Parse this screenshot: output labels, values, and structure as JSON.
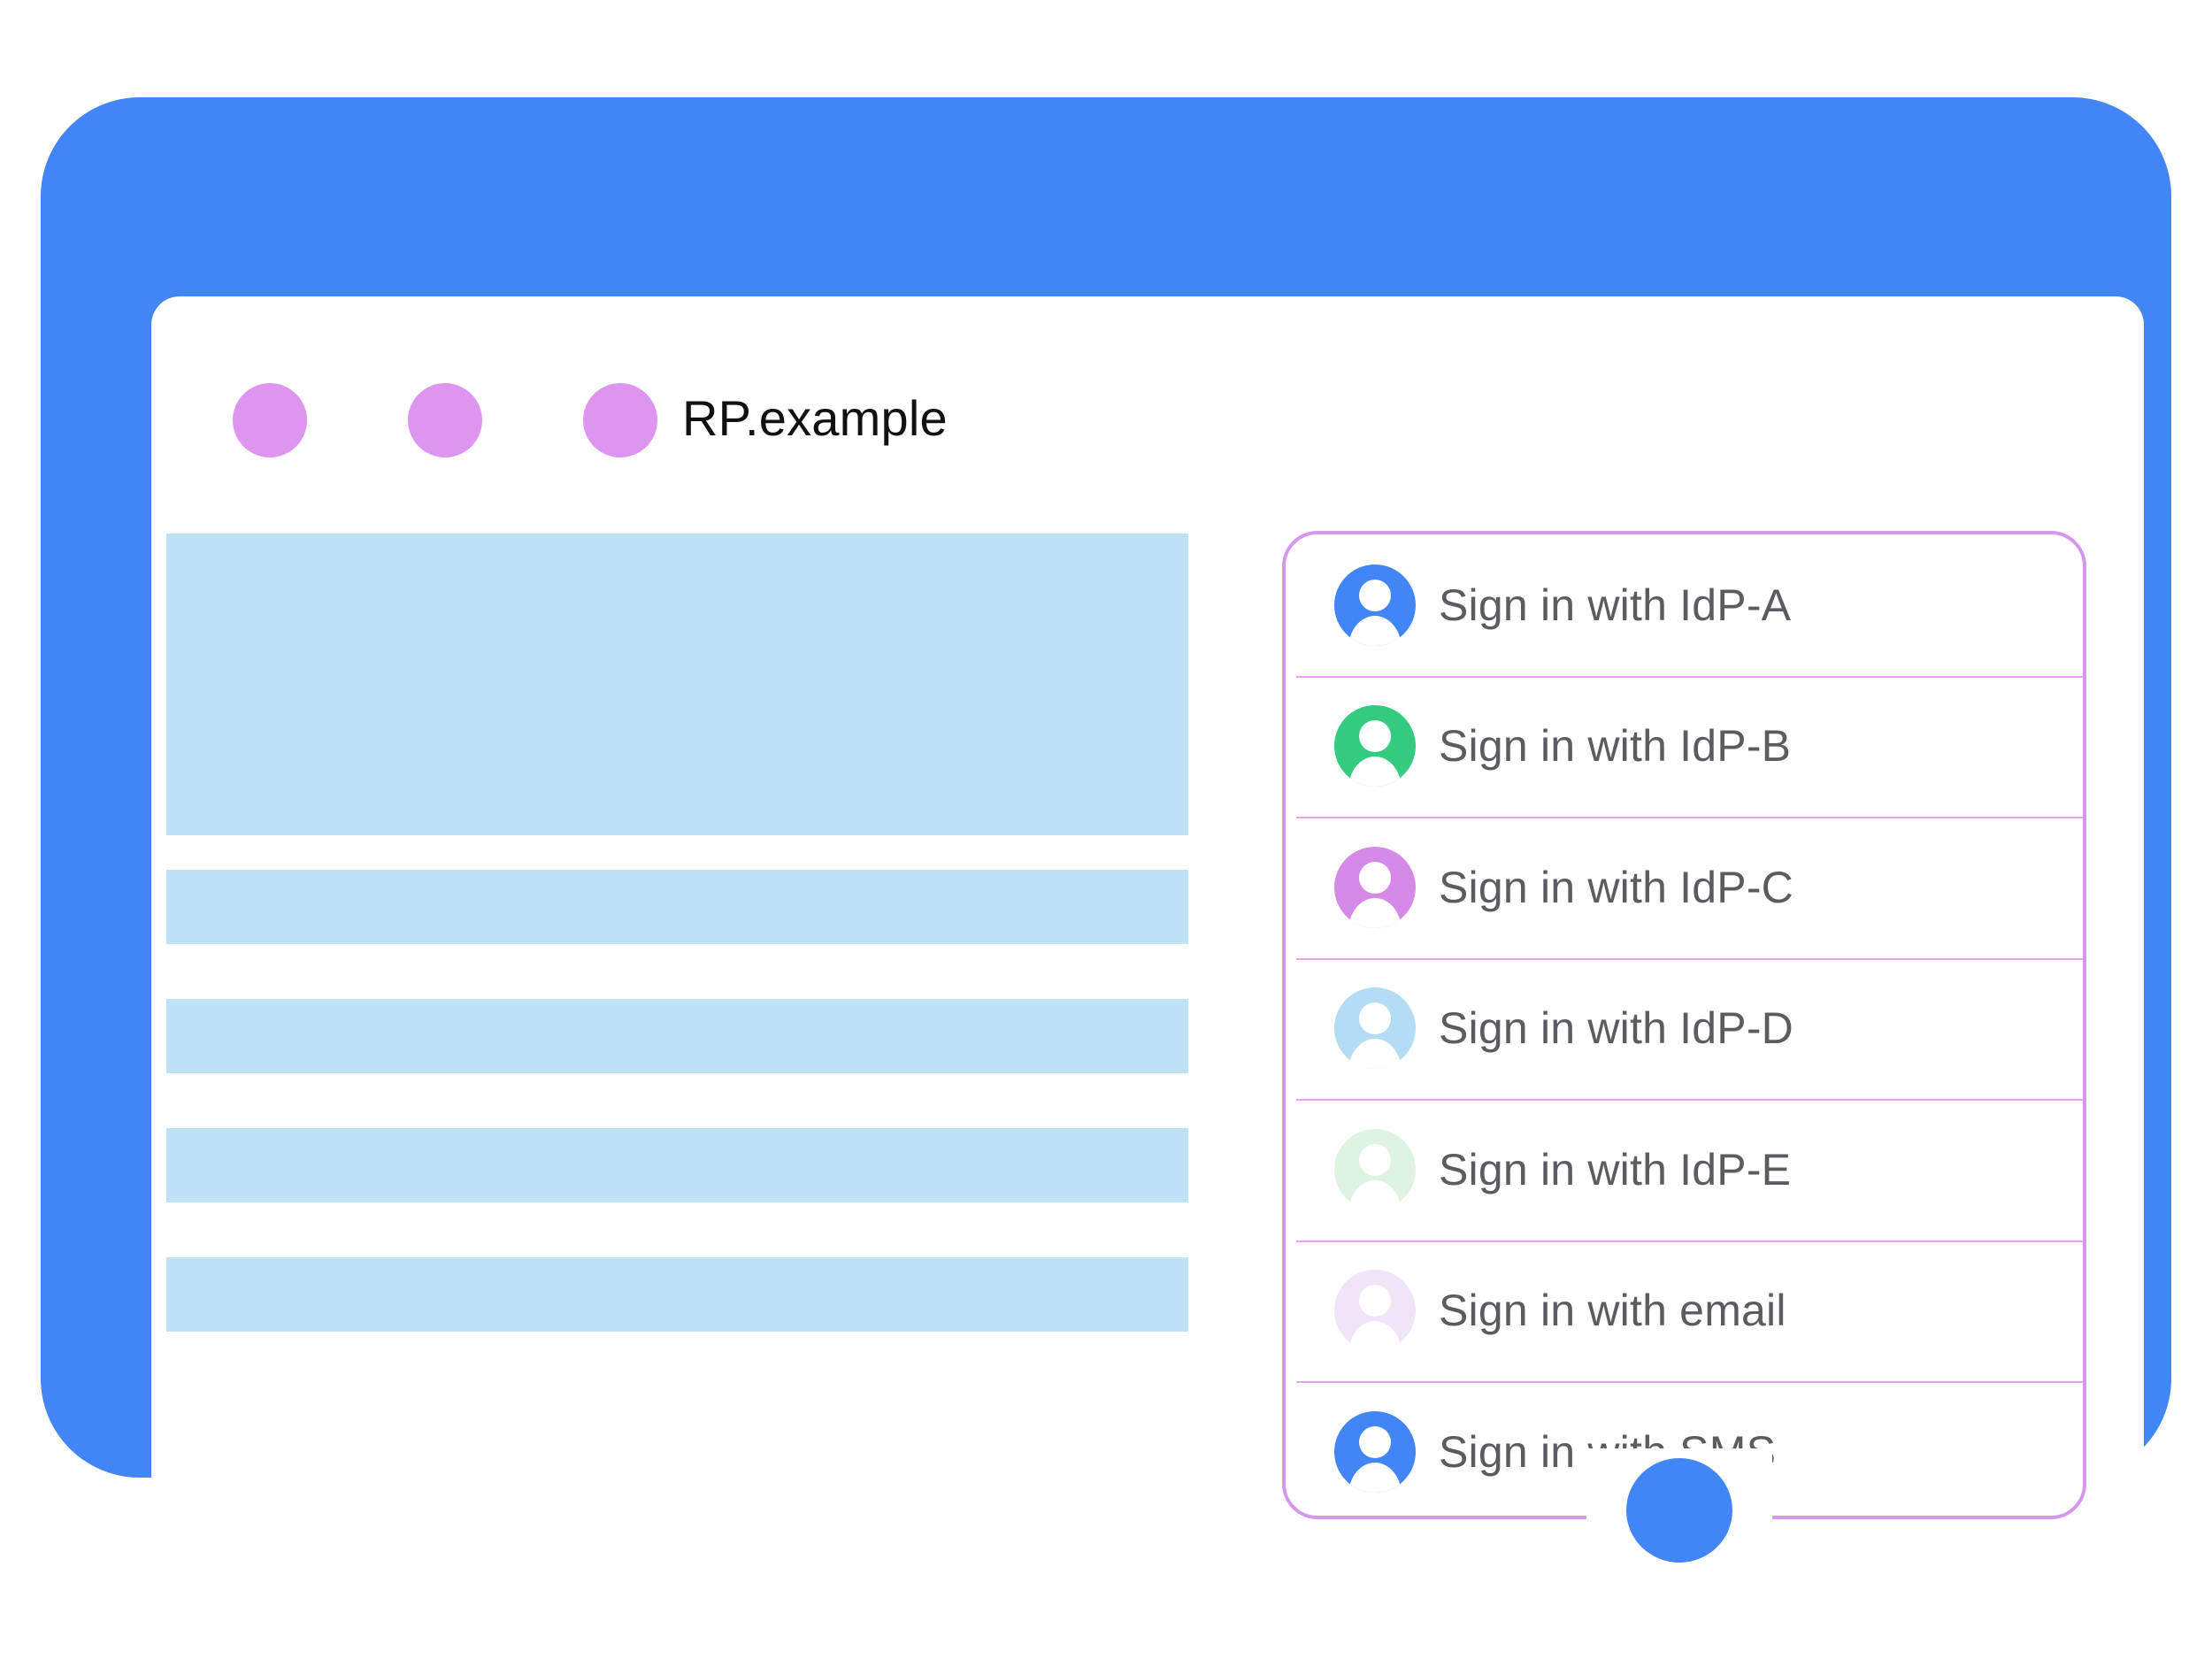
{
  "window": {
    "title": "RP.example",
    "frame_color": "#4285f4",
    "dot_color": "#dd95f0",
    "titlebar_dots": [
      "window-dot-1",
      "window-dot-2",
      "window-dot-3"
    ]
  },
  "content_skeleton": {
    "block_color": "#bfe2f6",
    "blocks": [
      {
        "name": "hero-placeholder"
      },
      {
        "name": "text-bar-placeholder-1"
      },
      {
        "name": "text-bar-placeholder-2"
      },
      {
        "name": "text-bar-placeholder-3"
      },
      {
        "name": "text-bar-placeholder-4"
      }
    ]
  },
  "account_chooser": {
    "border_color": "#d696ec",
    "divider_color": "#e3a5f2",
    "label_color": "#5a5c60",
    "providers": [
      {
        "label": "Sign in with IdP-A",
        "icon": "account-avatar-icon",
        "avatar_color": "#4285f4"
      },
      {
        "label": "Sign in with IdP-B",
        "icon": "account-avatar-icon",
        "avatar_color": "#34cb81"
      },
      {
        "label": "Sign in with IdP-C",
        "icon": "account-avatar-icon",
        "avatar_color": "#d68ae8"
      },
      {
        "label": "Sign in with IdP-D",
        "icon": "account-avatar-icon",
        "avatar_color": "#b4dcf5"
      },
      {
        "label": "Sign in with IdP-E",
        "icon": "account-avatar-icon",
        "avatar_color": "#dff3e2"
      },
      {
        "label": "Sign in with email",
        "icon": "account-avatar-icon",
        "avatar_color": "#f0e4f7"
      },
      {
        "label": "Sign in with SMS",
        "icon": "account-avatar-icon",
        "avatar_color": "#4285f4"
      }
    ]
  }
}
